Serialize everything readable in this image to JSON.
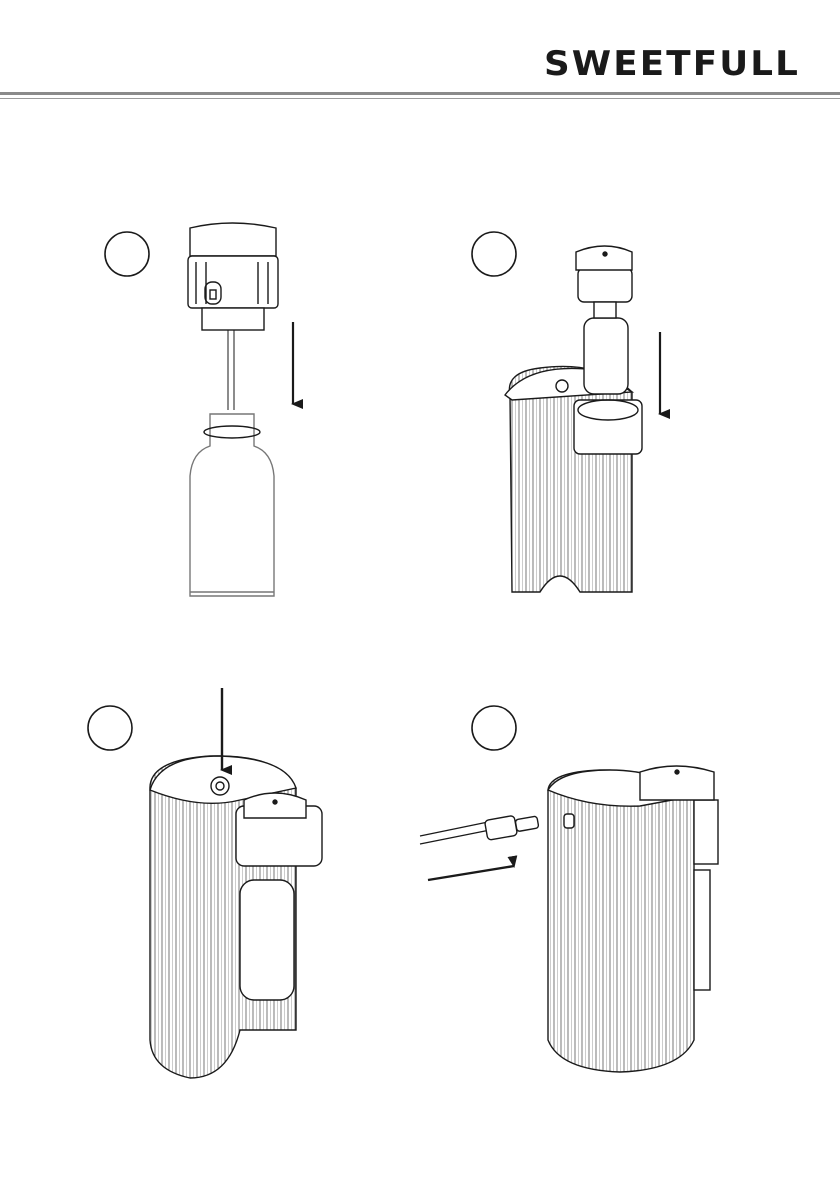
{
  "header": {
    "brand": "SWEETFULL"
  },
  "steps": [
    {
      "id": 1,
      "label": ""
    },
    {
      "id": 2,
      "label": ""
    },
    {
      "id": 3,
      "label": ""
    },
    {
      "id": 4,
      "label": ""
    }
  ],
  "colors": {
    "line": "#1a1a1a",
    "rule": "#8a8a8a",
    "background": "#ffffff"
  }
}
